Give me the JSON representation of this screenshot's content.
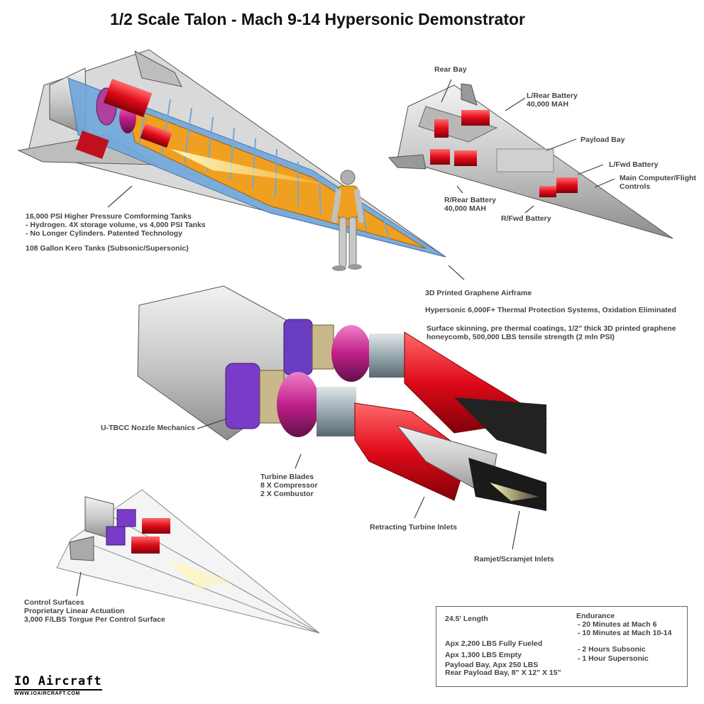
{
  "title": "1/2 Scale Talon - Mach 9-14 Hypersonic Demonstrator",
  "callouts": {
    "tanks": [
      "16,000 PSI Higher Pressure Comforming Tanks",
      "- Hydrogen.  4X storage volume, vs 4,000 PSI Tanks",
      "- No Longer Cylinders. Patented Technology"
    ],
    "kero": "108 Gallon Kero Tanks (Subsonic/Supersonic)",
    "rear_bay": "Rear Bay",
    "l_rear_battery": [
      "L/Rear Battery",
      "40,000 MAH"
    ],
    "payload_bay": "Payload Bay",
    "l_fwd_battery": "L/Fwd Battery",
    "main_computer": [
      "Main Computer/Flight",
      "Controls"
    ],
    "r_rear_battery": [
      "R/Rear Battery",
      "40,000 MAH"
    ],
    "r_fwd_battery": "R/Fwd Battery",
    "airframe": "3D Printed Graphene Airframe",
    "thermal": "Hypersonic 6,000F+ Thermal Protection Systems, Oxidation Eliminated",
    "skinning": [
      "Surface skinning, pre thermal coatings, 1/2\" thick 3D printed graphene",
      "honeycomb, 500,000 LBS tensile strength (2 mln PSI)"
    ],
    "nozzle": "U-TBCC Nozzle Mechanics",
    "turbine": [
      "Turbine Blades",
      "8 X Compressor",
      "2 X Combustor"
    ],
    "retracting": "Retracting Turbine Inlets",
    "ramjet": "Ramjet/Scramjet Inlets",
    "control": [
      "Control Surfaces",
      "Proprietary Linear Actuation",
      "3,000 F/LBS Torgue Per Control Surface"
    ]
  },
  "specs": {
    "length": "24.5' Length",
    "fueled": "Apx 2,200 LBS Fully Fueled",
    "empty": "Apx 1,300 LBS Empty",
    "payload": "Payload Bay, Apx 250 LBS",
    "rear_payload": "Rear Payload Bay, 8\" X 12\" X 15\"",
    "endurance_title": "Endurance",
    "endurance_1": "- 20 Minutes at Mach 6",
    "endurance_2": "- 10 Minutes at Mach 10-14",
    "endurance_3": "- 2 Hours Subsonic",
    "endurance_4": "- 1 Hour Supersonic"
  },
  "logo": {
    "name": "IO Aircraft",
    "url": "WWW.IOAIRCRAFT.COM"
  },
  "colors": {
    "airframe": "#bfbfbf",
    "tank_orange": "#f0a020",
    "frame_blue": "#6fa8dc",
    "battery_red": "#e01020",
    "nozzle_magenta": "#c0208a",
    "ring_purple": "#7a3cc8"
  }
}
